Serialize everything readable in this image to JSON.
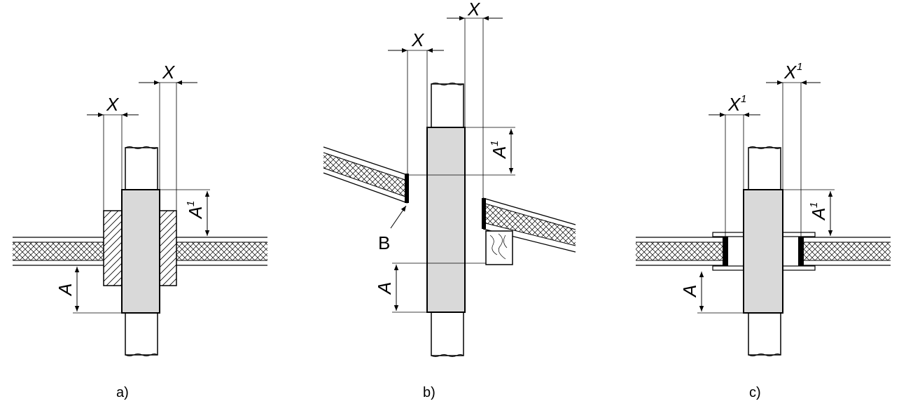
{
  "figures": [
    {
      "caption": "a)",
      "dim_x_left": "X",
      "dim_x_right": "X",
      "dim_a1": "A",
      "dim_a1_sup": "1",
      "dim_a": "A"
    },
    {
      "caption": "b)",
      "dim_x_left": "X",
      "dim_x_right": "X",
      "dim_a1": "A",
      "dim_a1_sup": "1",
      "dim_a": "A",
      "callout": "B"
    },
    {
      "caption": "c)",
      "dim_x_left": "X",
      "dim_x_left_sup": "1",
      "dim_x_right": "X",
      "dim_x_right_sup": "1",
      "dim_a1": "A",
      "dim_a1_sup": "1",
      "dim_a": "A"
    }
  ],
  "colors": {
    "line": "#000000",
    "sleeve_fill": "#d9d9d9",
    "background": "#ffffff"
  }
}
